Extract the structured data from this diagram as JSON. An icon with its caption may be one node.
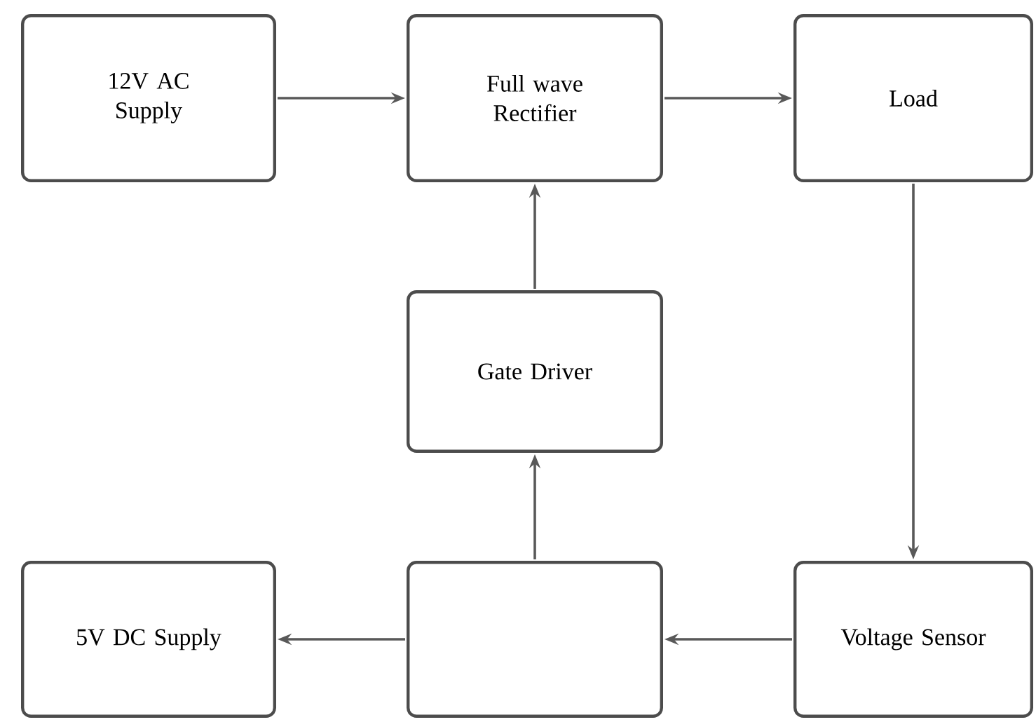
{
  "diagram": {
    "nodes": [
      {
        "text": [
          "12V AC Supply"
        ]
      },
      {
        "text": [
          "Full wave Rectifier"
        ]
      },
      {
        "text": [
          "Load"
        ]
      },
      {
        "text": [
          "Gate Driver"
        ]
      },
      {
        "text": [
          "5V DC Supply"
        ]
      },
      {
        "text": [],
        "shape": "box"
      },
      {
        "text": [
          "Voltage Sensor"
        ]
      }
    ],
    "edges": [
      {
        "from": 0,
        "to": 1,
        "arrow": "to"
      },
      {
        "from": 1,
        "to": 2,
        "arrow": "to"
      },
      {
        "from": 2,
        "to": 6,
        "arrow": "to"
      },
      {
        "from": 6,
        "to": 5,
        "arrow": "to"
      },
      {
        "from": 5,
        "to": 4,
        "arrow": "to"
      },
      {
        "from": 5,
        "to": 3,
        "arrow": "to"
      },
      {
        "from": 3,
        "to": 1,
        "arrow": "to"
      }
    ]
  }
}
